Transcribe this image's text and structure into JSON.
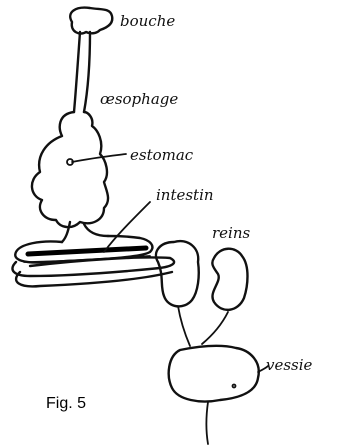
{
  "diagram": {
    "labels": {
      "mouth": "bouche",
      "esophagus": "œsophage",
      "stomach": "estomac",
      "intestine": "intestin",
      "kidneys": "reins",
      "bladder": "vessie"
    },
    "caption": "Fig. 5"
  }
}
